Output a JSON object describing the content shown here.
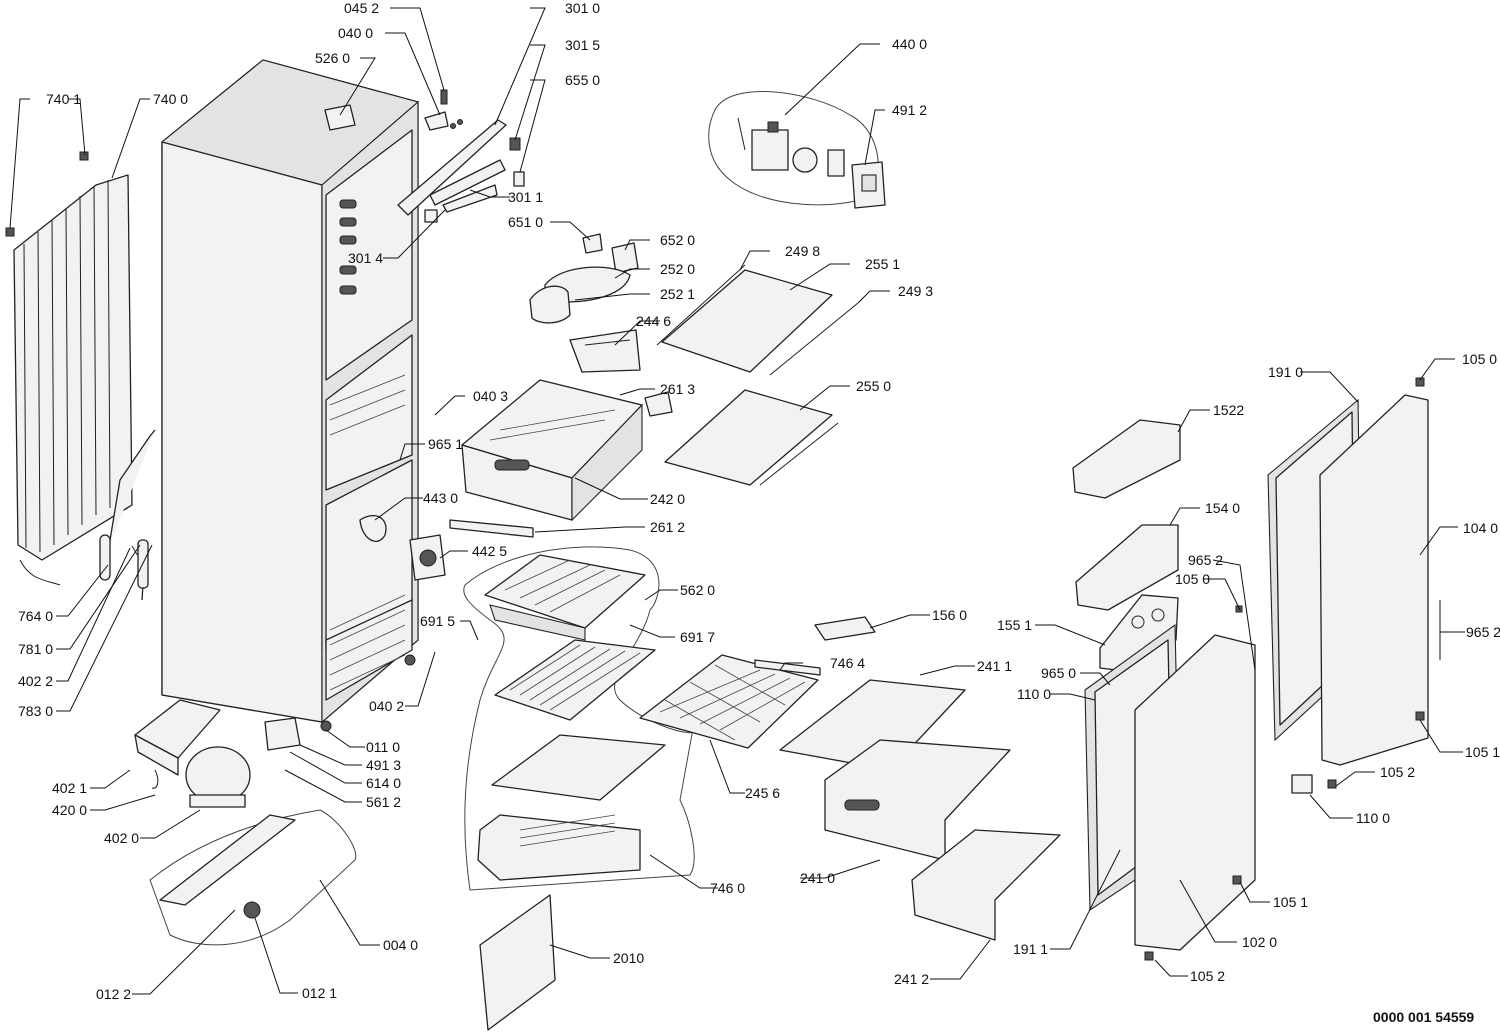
{
  "drawing_code": "0000 001 54559",
  "labels": {
    "l0452": "045 2",
    "l3010": "301 0",
    "l0400": "040 0",
    "l3015": "301 5",
    "l5260": "526 0",
    "l6550": "655 0",
    "l4400": "440 0",
    "l7401": "740 1",
    "l7400": "740 0",
    "l4912": "491 2",
    "l3011": "301 1",
    "l6510": "651 0",
    "l6520": "652 0",
    "l3014": "301 4",
    "l2498": "249 8",
    "l2551": "255 1",
    "l2520": "252 0",
    "l2521": "252 1",
    "l2493": "249 3",
    "l2446": "244 6",
    "l1050a": "105 0",
    "l0403": "040 3",
    "l2613": "261 3",
    "l2550": "255 0",
    "l1910": "191 0",
    "l9651": "965 1",
    "l1522": "1522",
    "l4430": "443 0",
    "l2420": "242 0",
    "l2612": "261 2",
    "l1540": "154 0",
    "l1040": "104 0",
    "l4425": "442 5",
    "l9652a": "965 2",
    "l1050b": "105 0",
    "l5620": "562 0",
    "l7640": "764 0",
    "l6915": "691 5",
    "l6917": "691 7",
    "l1560": "156 0",
    "l9652b": "965 2",
    "l1551": "155 1",
    "l7810": "781 0",
    "l7464": "746 4",
    "l2411": "241 1",
    "l4022": "402 2",
    "l9650": "965 0",
    "l1100a": "110 0",
    "l0402": "040 2",
    "l7830": "783 0",
    "l0110": "011 0",
    "l1051a": "105 1",
    "l4913": "491 3",
    "l2456": "245 6",
    "l1052a": "105 2",
    "l4021": "402 1",
    "l6140": "614 0",
    "l4200": "420 0",
    "l5612": "561 2",
    "l1100b": "110 0",
    "l4020": "402 0",
    "l2410": "241 0",
    "l7460": "746 0",
    "l1051b": "105 1",
    "l0040": "004 0",
    "l1020": "102 0",
    "l1911": "191 1",
    "l2010": "2010",
    "l2412": "241 2",
    "l1052b": "105 2",
    "l0122": "012 2",
    "l0121": "012 1"
  }
}
